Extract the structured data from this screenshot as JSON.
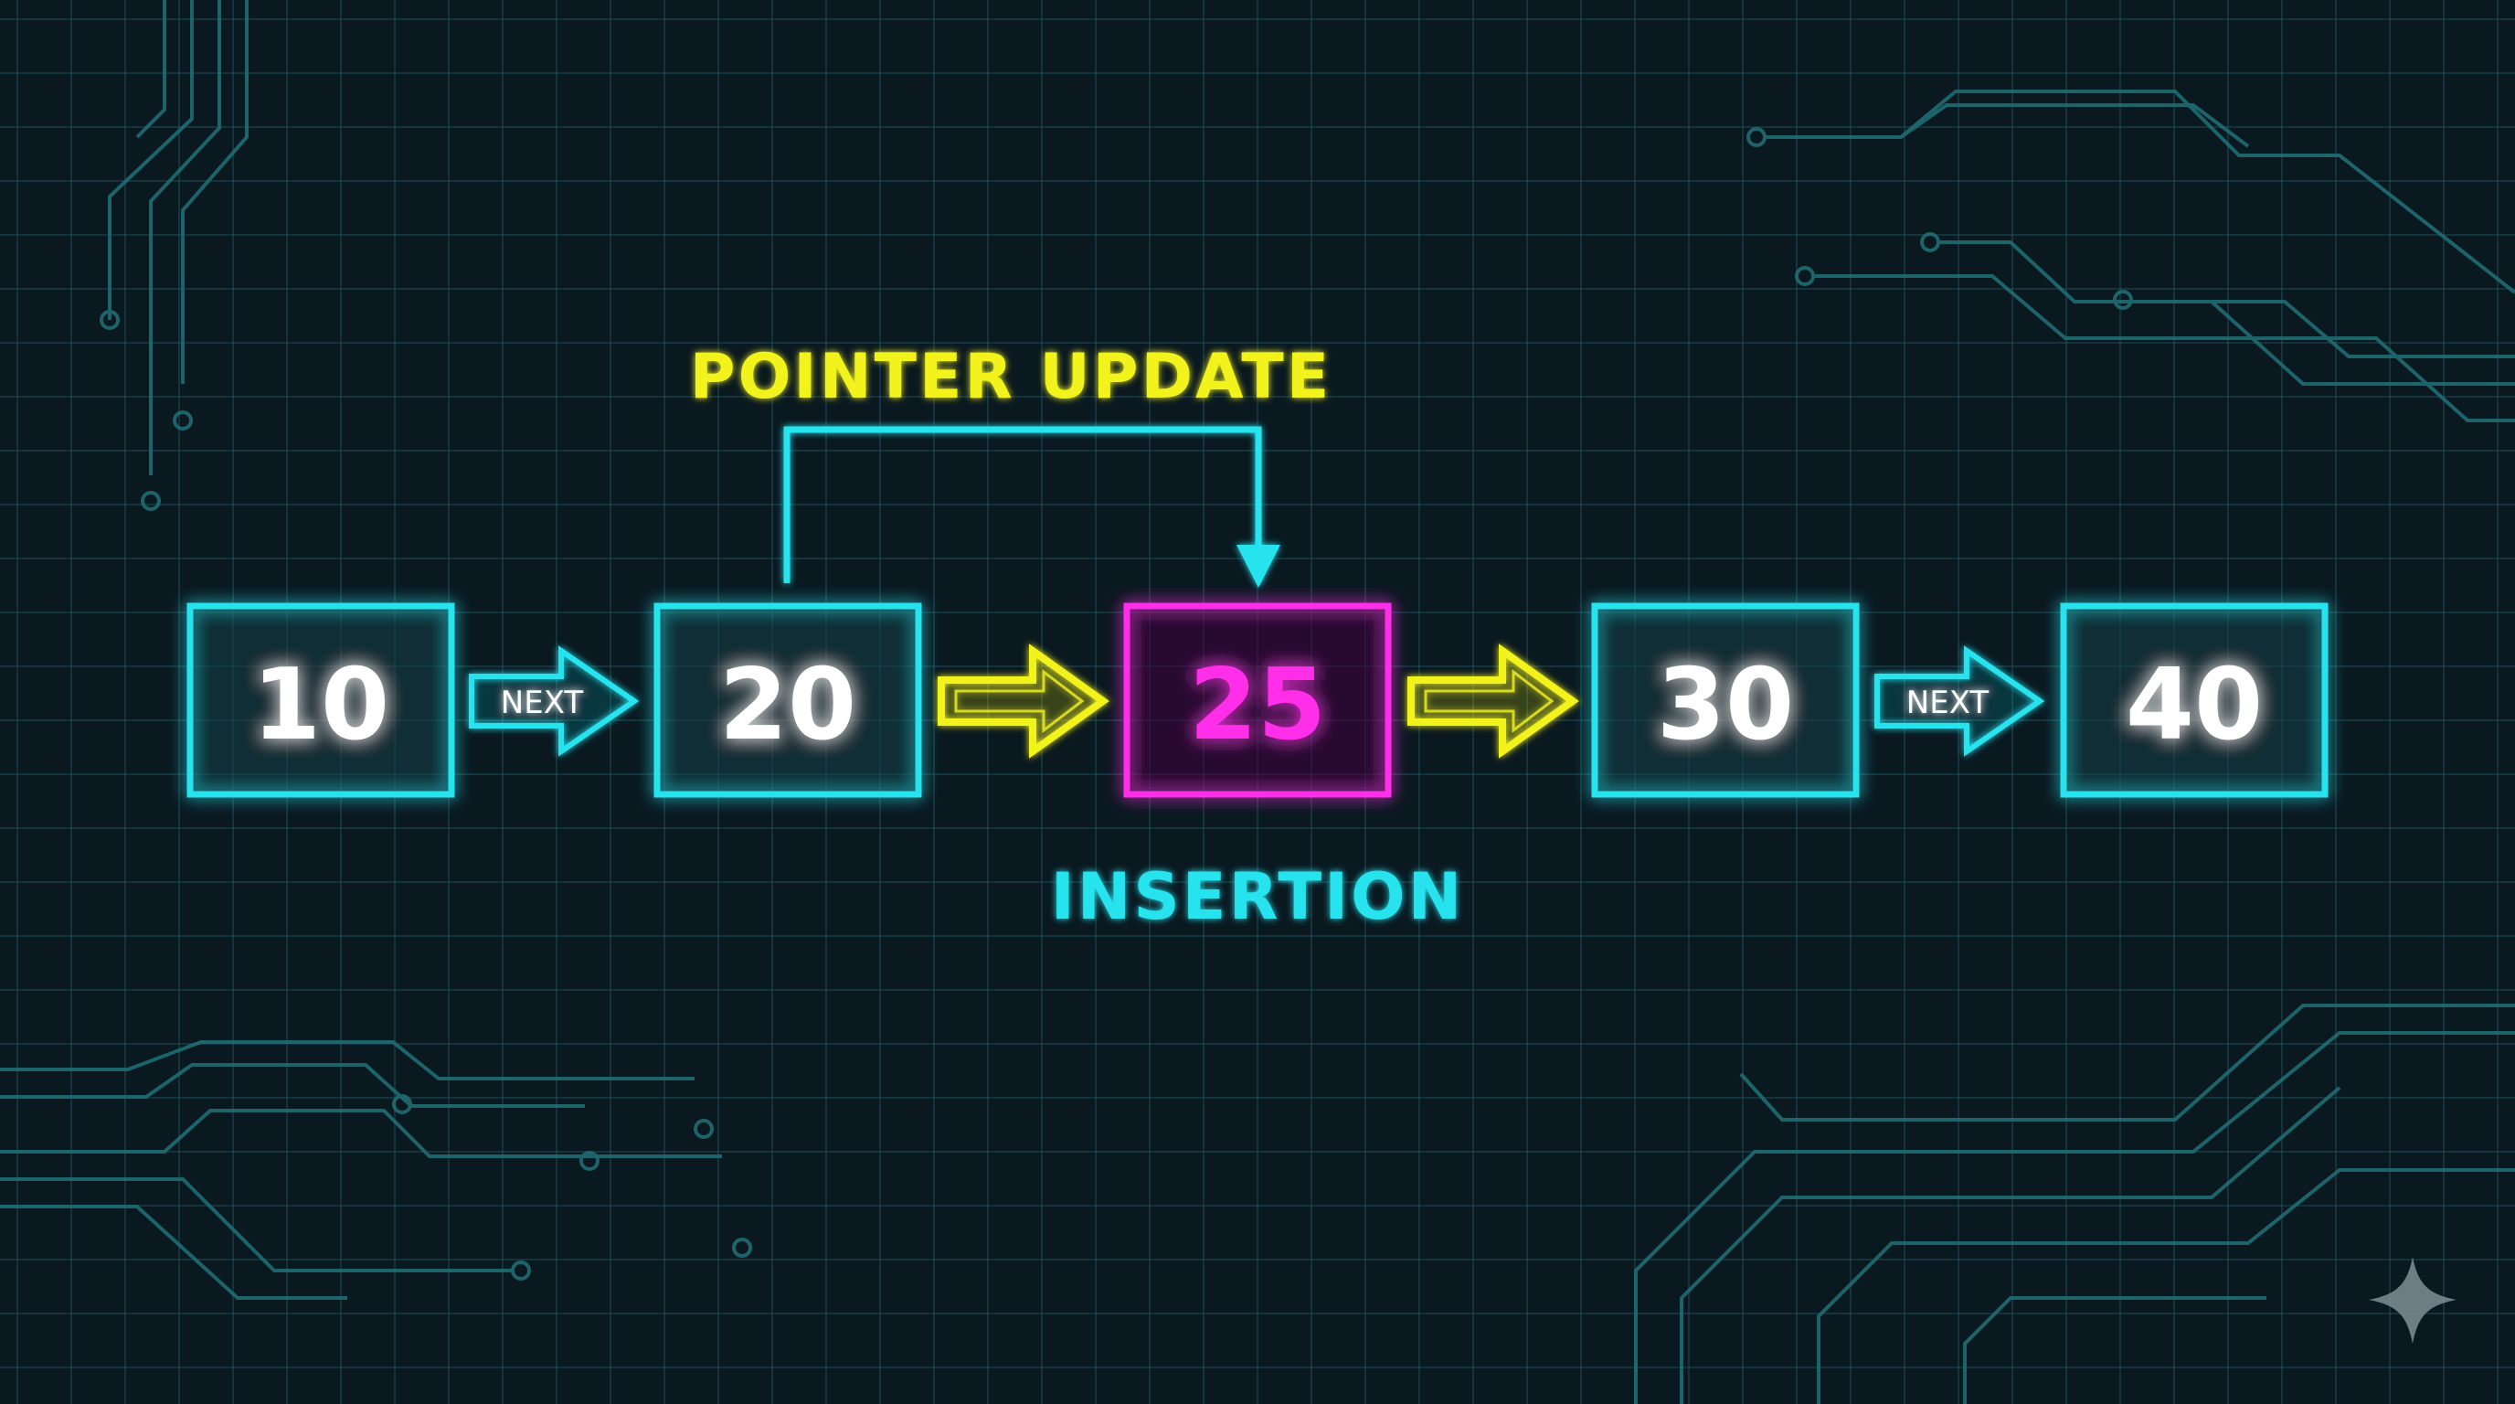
{
  "nodes": [
    {
      "value": "10",
      "color": "#27e3ee"
    },
    {
      "value": "20",
      "color": "#27e3ee"
    },
    {
      "value": "25",
      "color": "#ff2fe8"
    },
    {
      "value": "30",
      "color": "#27e3ee"
    },
    {
      "value": "40",
      "color": "#27e3ee"
    }
  ],
  "links": [
    {
      "label": "NEXT",
      "style": "cyan"
    },
    {
      "label": "",
      "style": "yellow"
    },
    {
      "label": "",
      "style": "yellow"
    },
    {
      "label": "NEXT",
      "style": "cyan"
    }
  ],
  "pointer_update_label": "POINTER UPDATE",
  "insertion_label": "INSERTION",
  "colors": {
    "background": "#0a1820",
    "cyan": "#27e3ee",
    "magenta": "#ff2fe8",
    "yellow": "#f2f21e",
    "circuit": "#1f6d73"
  },
  "icons": [
    "sparkle-icon"
  ]
}
